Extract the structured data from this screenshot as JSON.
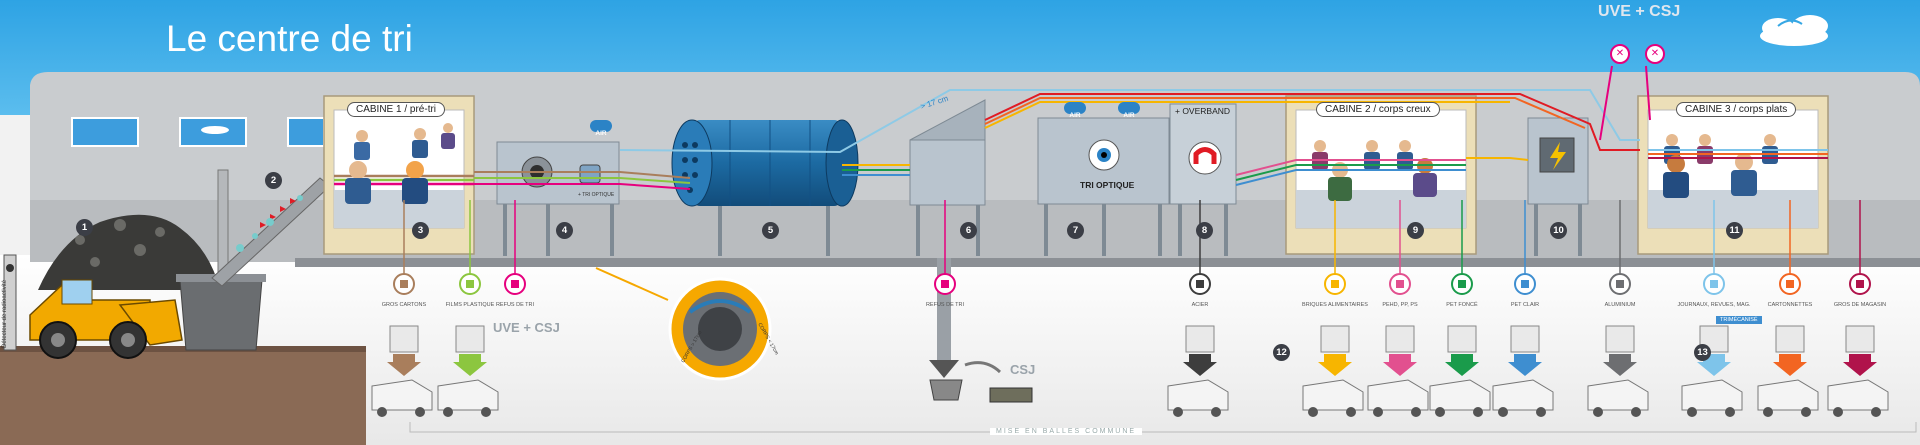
{
  "title": "Le centre de tri",
  "uve_csj": "UVE + CSJ",
  "csj": "CSJ",
  "air": "AIR",
  "overband": "+ OVERBAND",
  "tri_optique": "TRI OPTIQUE",
  "tri_optique_small": "+ TRI OPTIQUE",
  "mise_en_balles": "MISE EN BALLES COMMUNE",
  "measure_17": "> 17 cm",
  "corps_gt": "CORPS > 17cm",
  "corps_lt": "CORPS < 17cm",
  "detector": "Détecteur de radioactivité",
  "trimeca": "TRIMÉCANISÉ",
  "cabins": [
    {
      "label": "CABINE 1 / pré-tri"
    },
    {
      "label": "CABINE 2 / corps creux"
    },
    {
      "label": "CABINE 3 / corps plats"
    }
  ],
  "steps": [
    "1",
    "2",
    "3",
    "4",
    "5",
    "6",
    "7",
    "8",
    "9",
    "10",
    "11",
    "12",
    "13"
  ],
  "outputs": [
    {
      "label": "GROS CARTONS",
      "color": "#a97e5c",
      "icon": "cardboard-icon"
    },
    {
      "label": "FILMS PLASTIQUE",
      "color": "#8cc63f",
      "icon": "plastic-film-icon"
    },
    {
      "label": "REFUS DE TRI",
      "color": "#e6007e",
      "icon": "reject-icon"
    },
    {
      "label": "REFUS DE TRI",
      "color": "#e6007e",
      "icon": "reject-icon"
    },
    {
      "label": "ACIER",
      "color": "#3d3d3d",
      "icon": "steel-icon"
    },
    {
      "label": "BRIQUES ALIMENTAIRES",
      "color": "#f7b500",
      "icon": "carton-brick-icon"
    },
    {
      "label": "PEHD, PP, PS",
      "color": "#e2508f",
      "icon": "plastic-bottle-icon"
    },
    {
      "label": "PET FONCÉ",
      "color": "#1a9b4b",
      "icon": "dark-pet-icon"
    },
    {
      "label": "PET CLAIR",
      "color": "#3e8ed0",
      "icon": "clear-pet-icon"
    },
    {
      "label": "ALUMINIUM",
      "color": "#6d6e71",
      "icon": "aluminium-icon"
    },
    {
      "label": "JOURNAUX, REVUES, MAG.",
      "color": "#7ec4ea",
      "icon": "newspaper-icon"
    },
    {
      "label": "CARTONNETTES",
      "color": "#f26522",
      "icon": "small-carton-icon"
    },
    {
      "label": "GROS DE MAGASIN",
      "color": "#b0134b",
      "icon": "store-paper-icon"
    }
  ],
  "colors": {
    "sky": "#36a7e4",
    "floor": "#8a6a55",
    "building": "#c6c9cc",
    "cabin": "#eee3c4",
    "machine": "#b7c6d3",
    "trommel": "#1f6aa0",
    "accent_pink": "#e6007e",
    "highlight_orange": "#f6a800"
  }
}
